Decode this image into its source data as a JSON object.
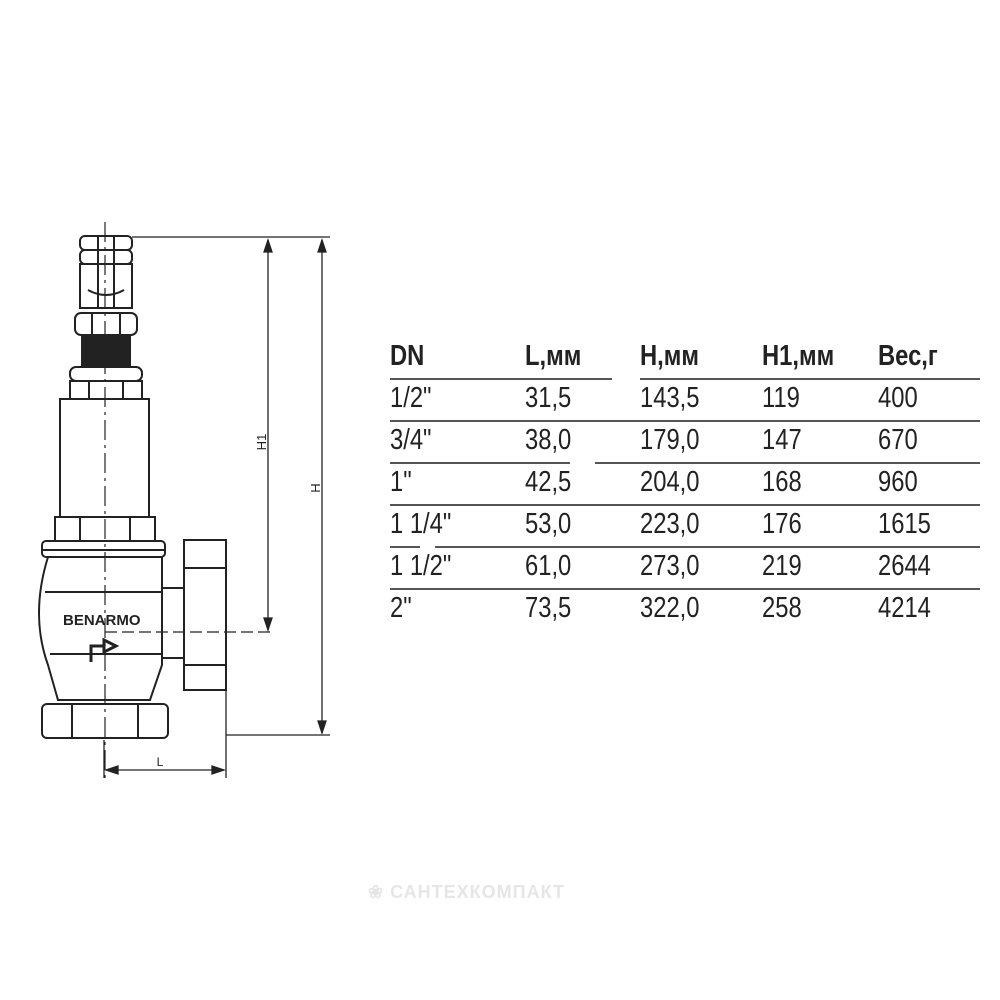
{
  "drawing": {
    "brand_mark": "BENARMO",
    "dimension_labels": {
      "h1": "H1",
      "h": "H",
      "l": "L"
    }
  },
  "table": {
    "headers": [
      "DN",
      "L,мм",
      "H,мм",
      "H1,мм",
      "Вес,г"
    ],
    "rows": [
      [
        "1/2\"",
        "31,5",
        "143,5",
        "119",
        "400"
      ],
      [
        "3/4\"",
        "38,0",
        "179,0",
        "147",
        "670"
      ],
      [
        "1\"",
        "42,5",
        "204,0",
        "168",
        "960"
      ],
      [
        "1 1/4\"",
        "53,0",
        "223,0",
        "176",
        "1615"
      ],
      [
        "1 1/2\"",
        "61,0",
        "273,0",
        "219",
        "2644"
      ],
      [
        "2\"",
        "73,5",
        "322,0",
        "258",
        "4214"
      ]
    ]
  },
  "watermark": "САНТЕХКОМПАКТ"
}
